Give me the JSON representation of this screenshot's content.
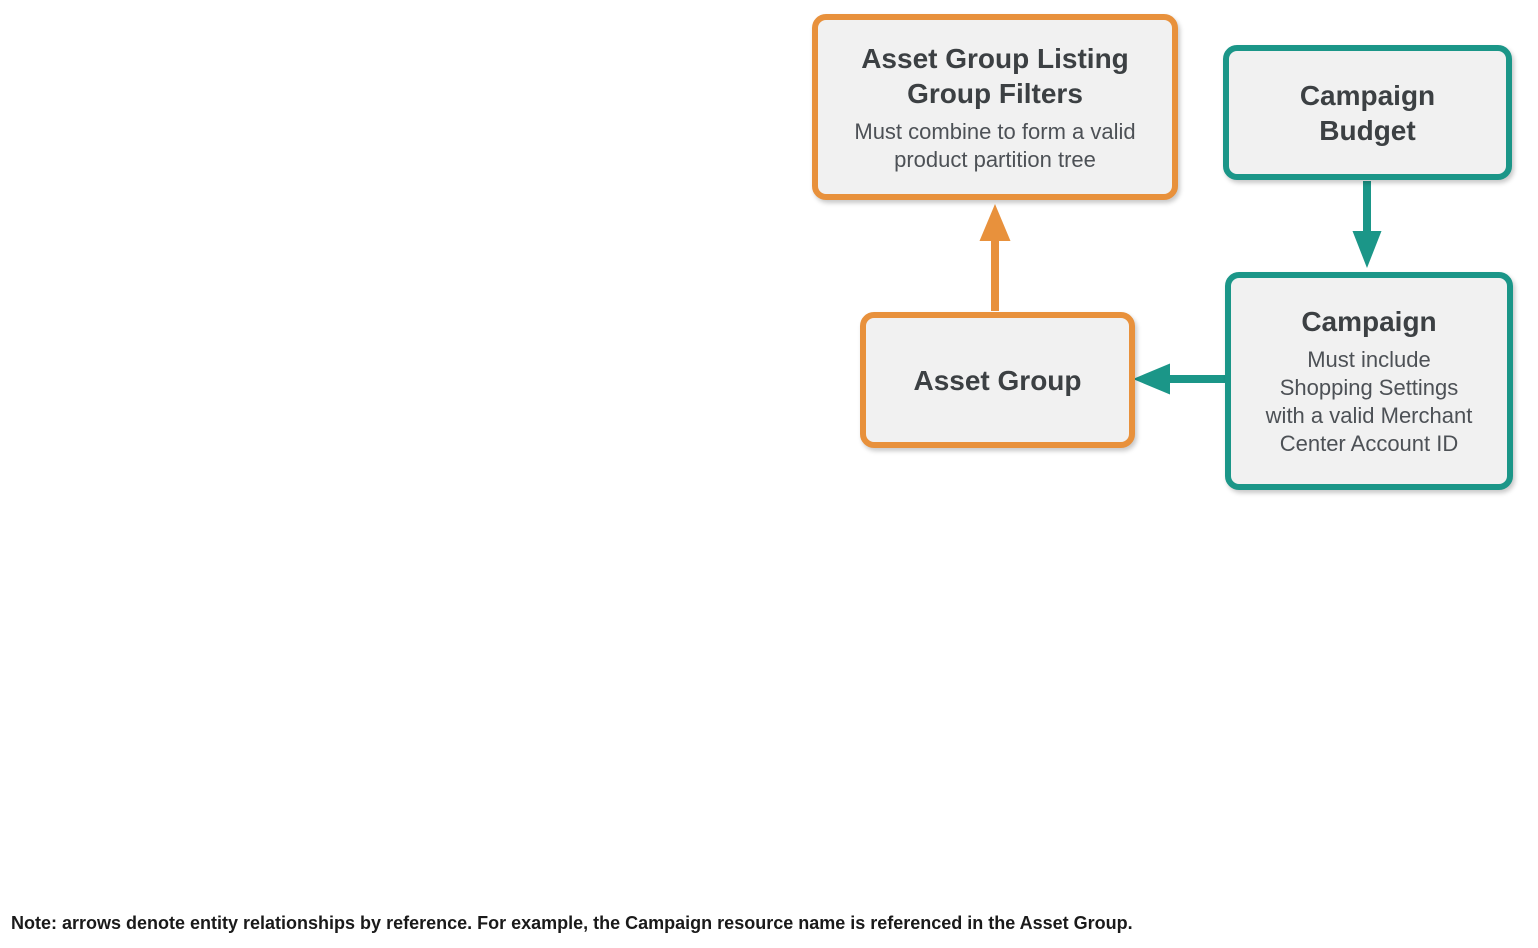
{
  "diagram": {
    "nodes": [
      {
        "id": "asset-group-listing-group-filters",
        "title": "Asset Group Listing\nGroup Filters",
        "subtitle": "Must combine to form a valid\nproduct partition tree",
        "accent": "orange"
      },
      {
        "id": "campaign-budget",
        "title": "Campaign\nBudget",
        "subtitle": "",
        "accent": "teal"
      },
      {
        "id": "asset-group",
        "title": "Asset Group",
        "subtitle": "",
        "accent": "orange"
      },
      {
        "id": "campaign",
        "title": "Campaign",
        "subtitle": "Must include\nShopping Settings\nwith a valid Merchant\nCenter Account ID",
        "accent": "teal"
      }
    ],
    "edges": [
      {
        "from": "asset-group",
        "to": "asset-group-listing-group-filters",
        "color": "orange",
        "direction": "up"
      },
      {
        "from": "campaign-budget",
        "to": "campaign",
        "color": "teal",
        "direction": "down"
      },
      {
        "from": "campaign",
        "to": "asset-group",
        "color": "teal",
        "direction": "left"
      }
    ],
    "note": "Note: arrows denote entity relationships by reference. For example, the Campaign resource name is referenced in the Asset Group."
  },
  "colors": {
    "orange": "#E8913C",
    "teal": "#1B9688",
    "box_bg": "#F1F1F1",
    "title_text": "#3C4043",
    "subtitle_text": "#4D5156",
    "note_text": "#1A1A1A"
  }
}
